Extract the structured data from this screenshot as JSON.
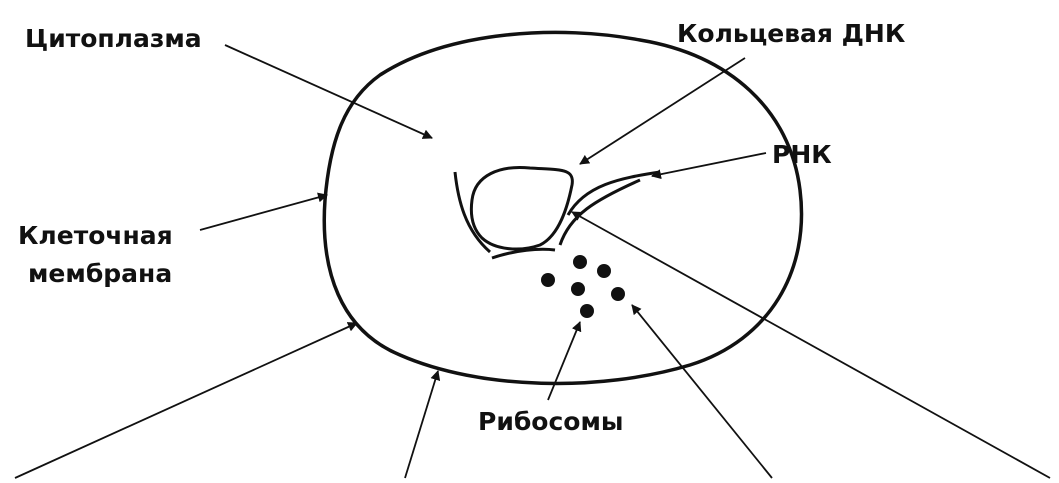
{
  "labels": {
    "cytoplasm": "Цитоплазма",
    "circular_dna": "Кольцевая ДНК",
    "rna": "РНК",
    "membrane_line1": "Клеточная",
    "membrane_line2": "мембрана",
    "ribosomes": "Рибосомы"
  },
  "colors": {
    "ink": "#111111",
    "background": "#ffffff"
  }
}
